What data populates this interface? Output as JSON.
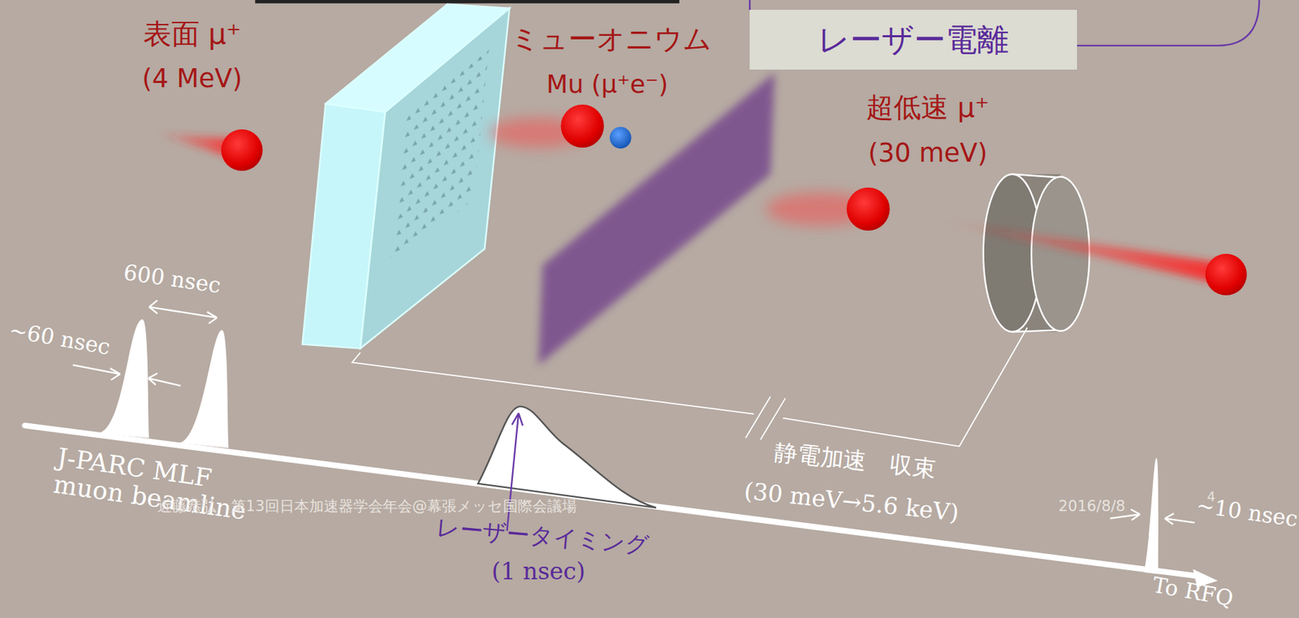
{
  "diagram": {
    "nodes": [
      {
        "text": [
          "レーザー電離"
        ]
      }
    ],
    "labels": [
      "表面 μ⁺",
      "(4 MeV)",
      "ミューオニウム",
      "Mu (μ⁺e⁻)",
      "超低速 μ⁺",
      "(30 meV)",
      "600 nsec",
      "~60 nsec",
      "J-PARC MLF muon beamline",
      "静電加速　収束",
      "(30 meV→5.6 keV)",
      "レーザータイミング",
      "(1 nsec)",
      "近藤恭弘　第13回日本加速器学会年会@幕張メッセ国際会議場",
      "2016/8/8",
      "4",
      "~10 nsec",
      "To RFQ"
    ]
  }
}
